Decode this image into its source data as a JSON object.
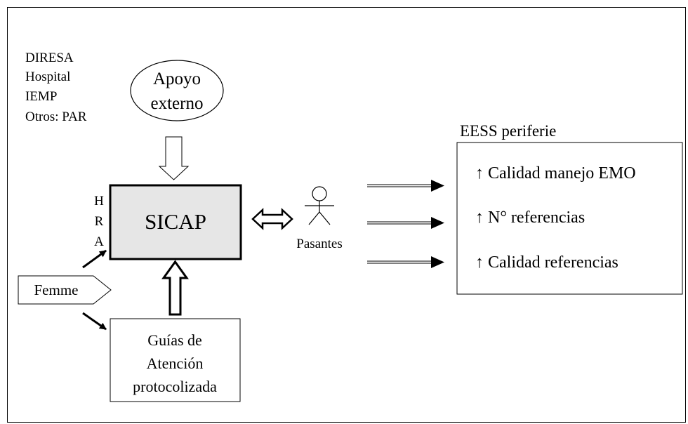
{
  "sources": {
    "lines": [
      "DIRESA",
      "Hospital",
      "IEMP",
      "Otros: PAR"
    ]
  },
  "apoyo": {
    "line1": "Apoyo",
    "line2": "externo"
  },
  "hra": [
    "H",
    "R",
    "A"
  ],
  "sicap": {
    "label": "SICAP"
  },
  "femme": {
    "label": "Femme"
  },
  "guias": {
    "line1": "Guías de",
    "line2": "Atención",
    "line3": "protocolizada"
  },
  "pasantes": {
    "label": "Pasantes"
  },
  "eess": {
    "title": "EESS periferie",
    "items": [
      {
        "arrow": "↑",
        "text": "Calidad manejo EMO"
      },
      {
        "arrow": "↑",
        "text": "N° referencias"
      },
      {
        "arrow": "↑",
        "text": "Calidad referencias"
      }
    ]
  }
}
